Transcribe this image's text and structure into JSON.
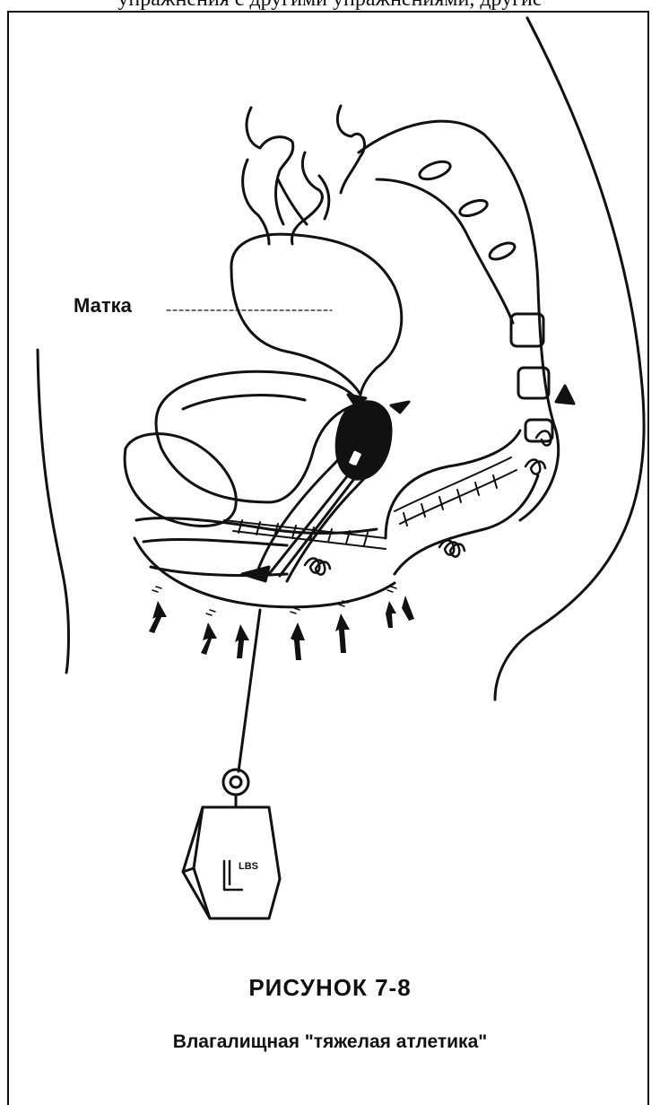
{
  "top_text": "упражнения с другими упражнениями, другие",
  "figure": {
    "label_uterus": "Матка",
    "weight_mark": "LBS"
  },
  "caption": {
    "title": "РИСУНОК 7-8",
    "subtitle": "Влагалищная \"тяжелая атлетика\""
  },
  "colors": {
    "ink": "#111111",
    "paper": "#ffffff"
  }
}
